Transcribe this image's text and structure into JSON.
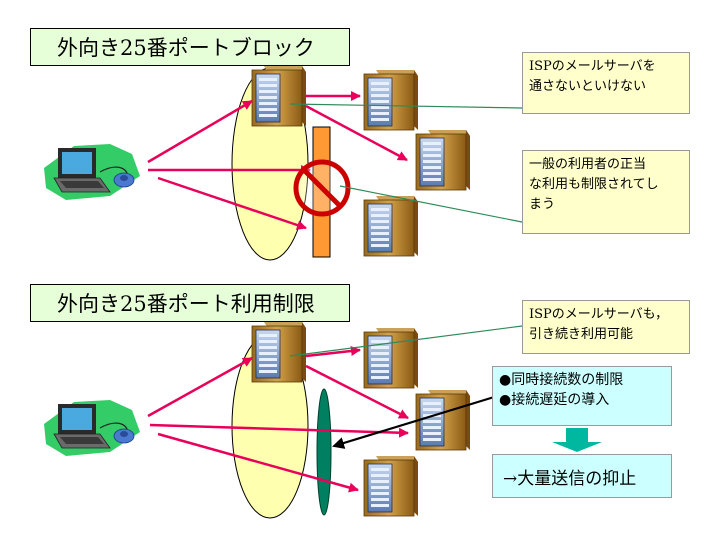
{
  "sections": [
    {
      "title": "外向き25番ポートブロック"
    },
    {
      "title": "外向き25番ポート利用制限"
    }
  ],
  "notes": {
    "isp_must_pass": [
      "ISPのメールサーバを",
      "通さないといけない"
    ],
    "general_users_restricted": [
      "一般の利用者の正当",
      "な利用も制限されてし",
      "まう"
    ],
    "isp_still_usable": [
      "ISPのメールサーバも，",
      "引き続き利用可能"
    ]
  },
  "limits": [
    "●同時接続数の制限",
    "●接続遅延の導入"
  ],
  "result": "→大量送信の抑止",
  "colors": {
    "title_bg": "#e6ffd9",
    "note_bg": "#ffffcc",
    "limit_bg": "#ccffff",
    "arrow": "#e8005a",
    "leader_line": "#2e8b57",
    "firewall": "#ff9933",
    "prohibit": "#cc0000",
    "ellipse": "#ffffb0",
    "filter": "#008060",
    "down_arrow": "#00b8a0"
  },
  "icons": [
    "server-icon",
    "laptop-icon",
    "prohibit-icon"
  ]
}
